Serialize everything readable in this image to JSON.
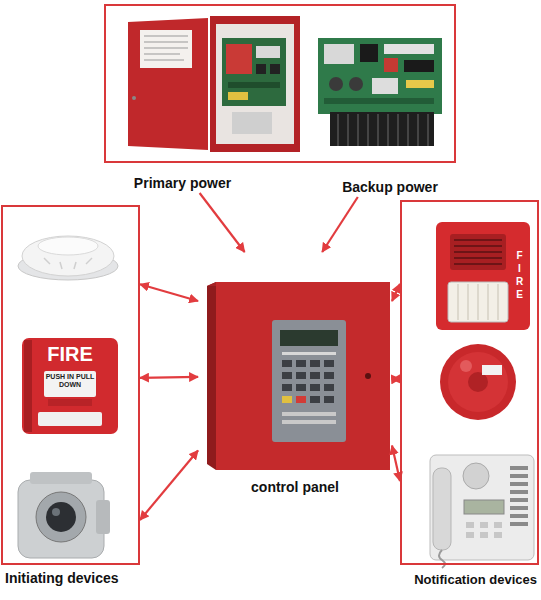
{
  "diagram": {
    "nodes": [
      {
        "text": [
          "Primary power"
        ]
      },
      {
        "text": [
          "Backup power"
        ]
      },
      {
        "text": [
          "Initiating devices"
        ]
      },
      {
        "text": [
          "control panel"
        ]
      },
      {
        "text": [
          "Notification devices"
        ]
      }
    ],
    "edges": [
      {
        "from": 0,
        "to": 3,
        "arrow": "to"
      },
      {
        "from": 1,
        "to": 3,
        "arrow": "to"
      },
      {
        "from": 2,
        "to": 3,
        "arrow": "both"
      },
      {
        "from": 2,
        "to": 3,
        "arrow": "both"
      },
      {
        "from": 2,
        "to": 3,
        "arrow": "both"
      },
      {
        "from": 3,
        "to": 4,
        "arrow": "both"
      },
      {
        "from": 3,
        "to": 4,
        "arrow": "both"
      },
      {
        "from": 3,
        "to": 4,
        "arrow": "both"
      }
    ],
    "labels": [
      "FIRE",
      "PUSH IN PULL DOWN",
      "FIRE"
    ]
  }
}
